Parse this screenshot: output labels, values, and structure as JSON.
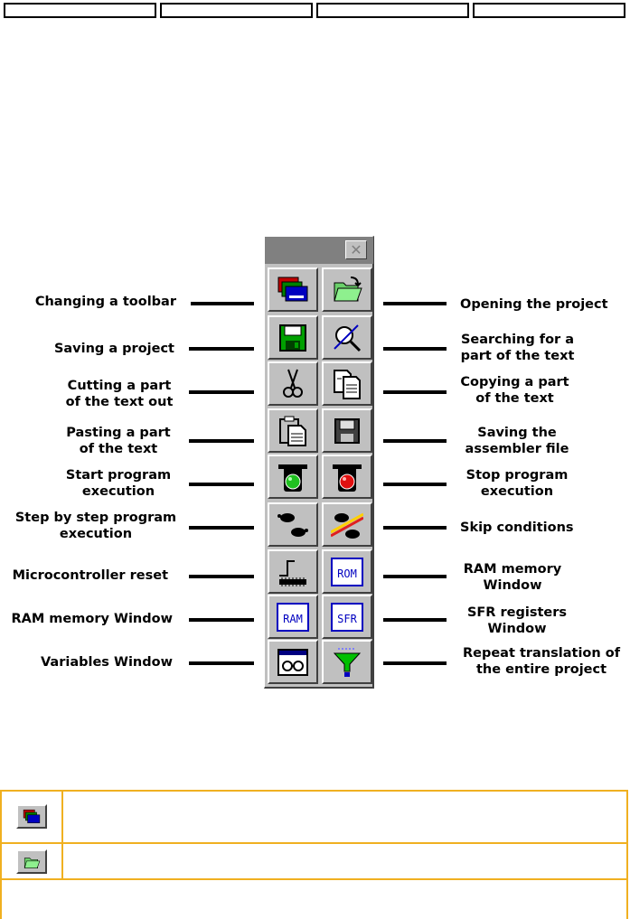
{
  "toolbar": {
    "close_glyph": "✕",
    "buttons": [
      {
        "icon": "change-toolbar-icon",
        "label": "Changing a toolbar"
      },
      {
        "icon": "open-folder-icon",
        "label": "Opening the project"
      },
      {
        "icon": "save-disk-icon",
        "label": "Saving a project"
      },
      {
        "icon": "search-magnifier-icon",
        "label": "Searching for a\npart of the text"
      },
      {
        "icon": "scissors-icon",
        "label": "Cutting a part\nof the text out"
      },
      {
        "icon": "copy-pages-icon",
        "label": "Copying a part\nof the text"
      },
      {
        "icon": "paste-clipboard-icon",
        "label": "Pasting a part\nof the text"
      },
      {
        "icon": "save-assembler-disk-icon",
        "label": "Saving the\nassembler file"
      },
      {
        "icon": "green-traffic-light-icon",
        "label": "Start program\nexecution"
      },
      {
        "icon": "red-traffic-light-icon",
        "label": "Stop program\nexecution"
      },
      {
        "icon": "footsteps-icon",
        "label": "Step by step program\nexecution"
      },
      {
        "icon": "skip-footsteps-icon",
        "label": "Skip conditions"
      },
      {
        "icon": "reset-chip-icon",
        "label": "Microcontroller reset"
      },
      {
        "icon": "rom-icon",
        "label": "RAM memory\nWindow",
        "text": "ROM"
      },
      {
        "icon": "ram-icon",
        "label": "RAM memory Window",
        "text": "RAM"
      },
      {
        "icon": "sfr-icon",
        "label": "SFR registers\nWindow",
        "text": "SFR"
      },
      {
        "icon": "glasses-window-icon",
        "label": "Variables Window"
      },
      {
        "icon": "funnel-icon",
        "label": "Repeat translation of\nthe entire project"
      }
    ]
  },
  "colors": {
    "accent_border": "#f0b020",
    "button_face": "#c0c0c0",
    "titlebar": "#808080"
  },
  "table": {
    "rows": [
      {
        "icon": "change-toolbar-icon"
      },
      {
        "icon": "open-folder-icon"
      }
    ]
  }
}
